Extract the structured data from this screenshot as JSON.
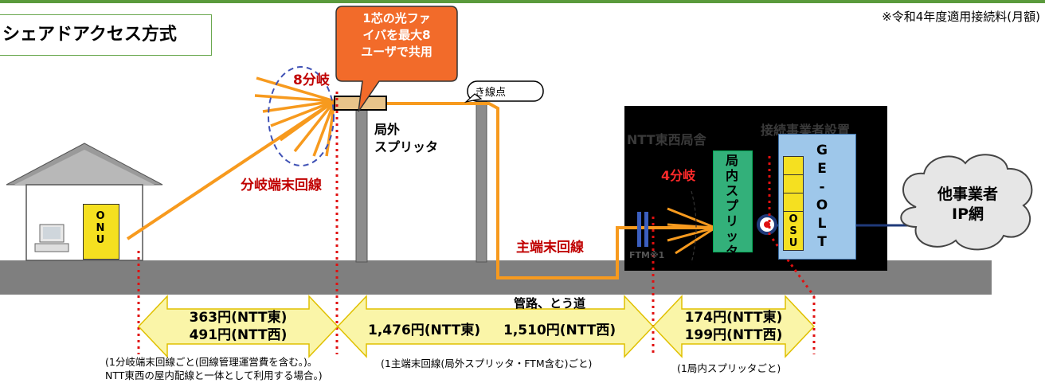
{
  "title": "シェアドアクセス方式",
  "note": "※令和4年度適用接続料(月額)",
  "callout": {
    "line1": "1芯の光ファ",
    "line2": "イバを最大8",
    "line3": "ユーザで共用"
  },
  "kisenten": "き線点",
  "branch8": "8分岐",
  "outdoor_splitter": {
    "line1": "局外",
    "line2": "スプリッタ"
  },
  "branch_terminal_line": "分岐端末回線",
  "main_terminal_line": "主端末回線",
  "onu": "ONU",
  "ntt_office": "NTT東西局舎",
  "operator_equipment": "接続事業者設置",
  "branch4": "4分岐",
  "indoor_splitter": "局内スプリッタ",
  "gelot": "GE-OLT",
  "osu": "OSU",
  "ftm": "FTM※1",
  "other_network": {
    "line1": "他事業者",
    "line2": "IP網"
  },
  "conduit": "管路、とう道",
  "prices": {
    "branch": {
      "east": "363円(NTT東)",
      "west": "491円(NTT西)"
    },
    "main": {
      "east": "1,476円(NTT東)",
      "west": "1,510円(NTT西)"
    },
    "office": {
      "east": "174円(NTT東)",
      "west": "199円(NTT西)"
    }
  },
  "footnotes": {
    "branch_line1": "(1分岐端末回線ごと(回線管理運営費を含む。)。",
    "branch_line2": "NTT東西の屋内配線と一体として利用する場合。)",
    "main": "(1主端末回線(局外スプリッタ・FTM含む)ごと)",
    "office": "(1局内スプリッタごと)"
  },
  "colors": {
    "fiber": "#f79a1e",
    "arrow_fill": "#faf5a8",
    "ground": "#7f7f7f",
    "callout": "#f26b2a",
    "dotted_red": "#e01010"
  }
}
